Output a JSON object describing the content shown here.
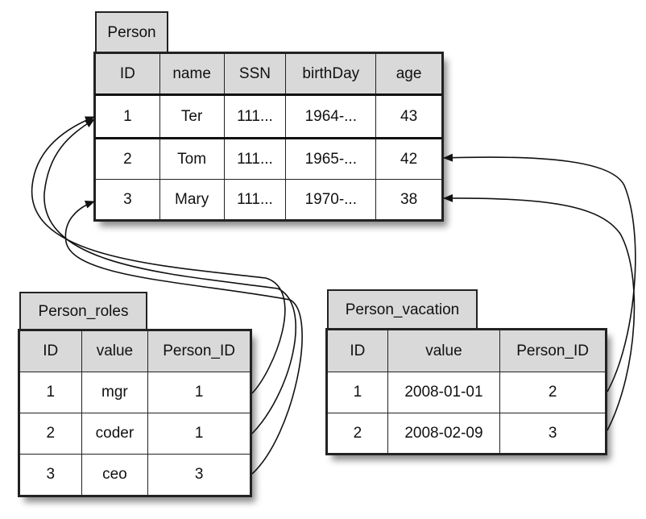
{
  "person": {
    "name": "Person",
    "headers": [
      "ID",
      "name",
      "SSN",
      "birthDay",
      "age"
    ],
    "rows": [
      [
        "1",
        "Ter",
        "111...",
        "1964-...",
        "43"
      ],
      [
        "2",
        "Tom",
        "111...",
        "1965-...",
        "42"
      ],
      [
        "3",
        "Mary",
        "111...",
        "1970-...",
        "38"
      ]
    ]
  },
  "roles": {
    "name": "Person_roles",
    "headers": [
      "ID",
      "value",
      "Person_ID"
    ],
    "rows": [
      [
        "1",
        "mgr",
        "1"
      ],
      [
        "2",
        "coder",
        "1"
      ],
      [
        "3",
        "ceo",
        "3"
      ]
    ]
  },
  "vacation": {
    "name": "Person_vacation",
    "headers": [
      "ID",
      "value",
      "Person_ID"
    ],
    "rows": [
      [
        "1",
        "2008-01-01",
        "2"
      ],
      [
        "2",
        "2008-02-09",
        "3"
      ]
    ]
  }
}
